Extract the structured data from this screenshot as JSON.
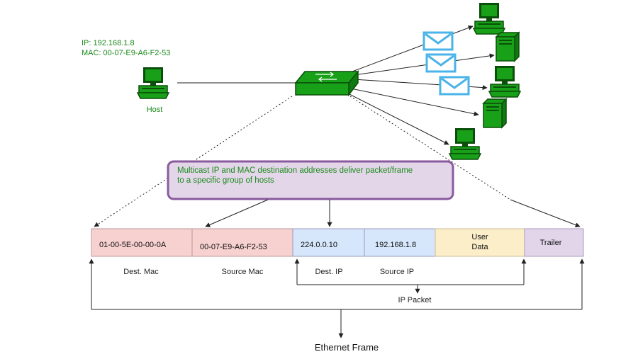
{
  "host": {
    "ip_text": "IP: 192.168.1.8",
    "mac_text": "MAC: 00-07-E9-A6-F2-53",
    "label": "Host"
  },
  "callout": {
    "line1": "Multicast IP and MAC destination addresses deliver packet/frame",
    "line2": "to a specific group of hosts"
  },
  "frame": {
    "cells": [
      {
        "value": "01-00-5E-00-00-0A",
        "label": "Dest. Mac"
      },
      {
        "value": "00-07-E9-A6-F2-53",
        "label": "Source Mac"
      },
      {
        "value": "224.0.0.10",
        "label": "Dest. IP"
      },
      {
        "value": "192.168.1.8",
        "label": "Source IP"
      },
      {
        "value_line1": "User",
        "value_line2": "Data"
      },
      {
        "value": "Trailer"
      }
    ],
    "ip_packet_label": "IP Packet",
    "ethernet_frame_label": "Ethernet Frame"
  },
  "colors": {
    "device_green": "#18a018",
    "device_dark": "#0a4f0a",
    "mac_cell": "#f7d0d0",
    "ip_cell": "#d6e6fb",
    "data_cell": "#fbeec8",
    "trailer_cell": "#e2d5ea",
    "callout_fill": "#e3d6e8",
    "callout_border": "#8a5a9e",
    "envelope": "#4ab3e8"
  }
}
